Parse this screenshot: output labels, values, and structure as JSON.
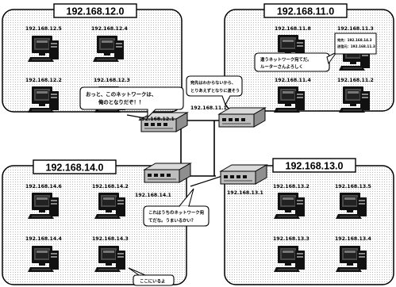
{
  "subnets": {
    "s12": {
      "title": "192.168.12.0",
      "hosts": [
        "192.168.12.5",
        "192.168.12.4",
        "192.168.12.2",
        "192.168.12.3"
      ]
    },
    "s11": {
      "title": "192.168.11.0",
      "hosts": [
        "192.168.11.8",
        "192.168.11.3",
        "192.168.11.4",
        "192.168.11.2"
      ]
    },
    "s14": {
      "title": "192.168.14.0",
      "hosts": [
        "192.168.14.6",
        "192.168.14.2",
        "192.168.14.4",
        "192.168.14.3"
      ]
    },
    "s13": {
      "title": "192.168.13.0",
      "hosts": [
        "192.168.13.2",
        "192.168.13.5",
        "192.168.13.3",
        "192.168.13.4"
      ]
    }
  },
  "routers": {
    "r12": "192.168.12.1",
    "r11": "192.168.11.1",
    "r14": "192.168.14.1",
    "r13": "192.168.13.1"
  },
  "bubbles": {
    "b12": [
      "おっと、このネットワークは、",
      "俺のとなりだぞ！！"
    ],
    "b11": [
      "宛先はわからないから、",
      "とりあえずとなりに渡そう"
    ],
    "b11b": [
      "違うネットワーク宛てだ。",
      "ルーターさんよろしく"
    ],
    "b14": [
      "これはうちのネットワーク宛",
      "てだな。うまいるかい？"
    ],
    "b14b": [
      "ここにいるよ"
    ]
  },
  "packet": {
    "lines": [
      "宛先：192.168.14.3",
      "送信元：192.168.11.3"
    ]
  }
}
